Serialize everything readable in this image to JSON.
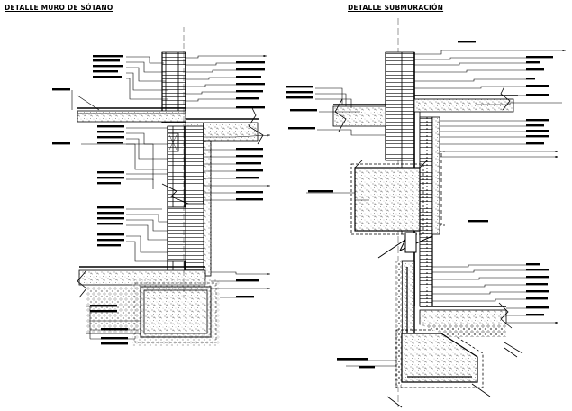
{
  "titles": {
    "left": "DETALLE MURO DE SÓTANO",
    "right": "DETALLE SUBMURACIÓN"
  },
  "colors": {
    "ink": "#000000",
    "paper": "#ffffff",
    "concrete_stipple": "#555555"
  },
  "icons": {
    "leader_arrow": "filled-triangle-arrowhead",
    "break_line": "zigzag-break-symbol"
  }
}
